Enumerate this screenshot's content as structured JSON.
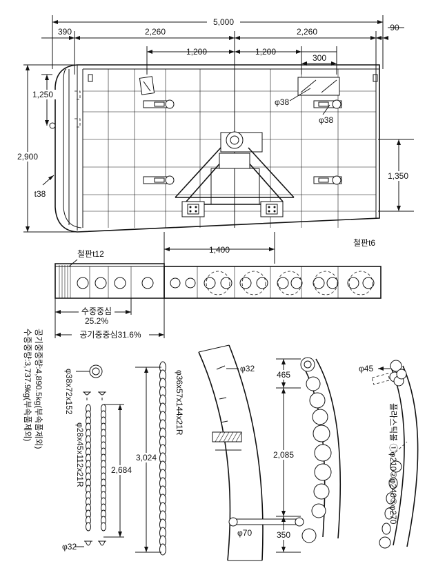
{
  "plan_view": {
    "dimensions": {
      "overall_length": "5,000",
      "left_segment": "390",
      "mid_left": "2,260",
      "mid_right": "2,260",
      "right_end": "90",
      "inner_left": "1,200",
      "inner_right": "1,200",
      "bracket_width": "300",
      "top_offset": "1,250",
      "overall_width": "2,900",
      "frame_height": "1,350",
      "frame_width": "1,400"
    },
    "labels": {
      "pipe_top": "φ38",
      "pipe_lug": "φ38",
      "edge_radius": "t38",
      "plate": "철판t6"
    }
  },
  "section_view": {
    "plate_label": "철판t12",
    "water_cg_label": "수중중심",
    "water_cg_value": "25.2%",
    "air_cg_label": "공기중중심31.6%"
  },
  "weights": {
    "air": "공기중중량:4,890.5kg(부속품제외)",
    "water": "수중중량:3,737.9kg(부속품제외)"
  },
  "chain_details": {
    "ring_label": "φ38x72x152",
    "short_chain_label": "φ28x45x112x21R",
    "short_chain_length": "2,684",
    "long_chain_label": "φ36x57x144x21R",
    "long_chain_length": "3,024",
    "shackle_label": "φ32"
  },
  "runner_details": {
    "pin_label": "φ32",
    "top_length": "465",
    "mid_length": "2,085",
    "bottom_length": "350",
    "bar_label": "φ70",
    "eye_label": "φ45",
    "float_label": "플라스틱볼 ①φ210②φ240③φ270"
  }
}
